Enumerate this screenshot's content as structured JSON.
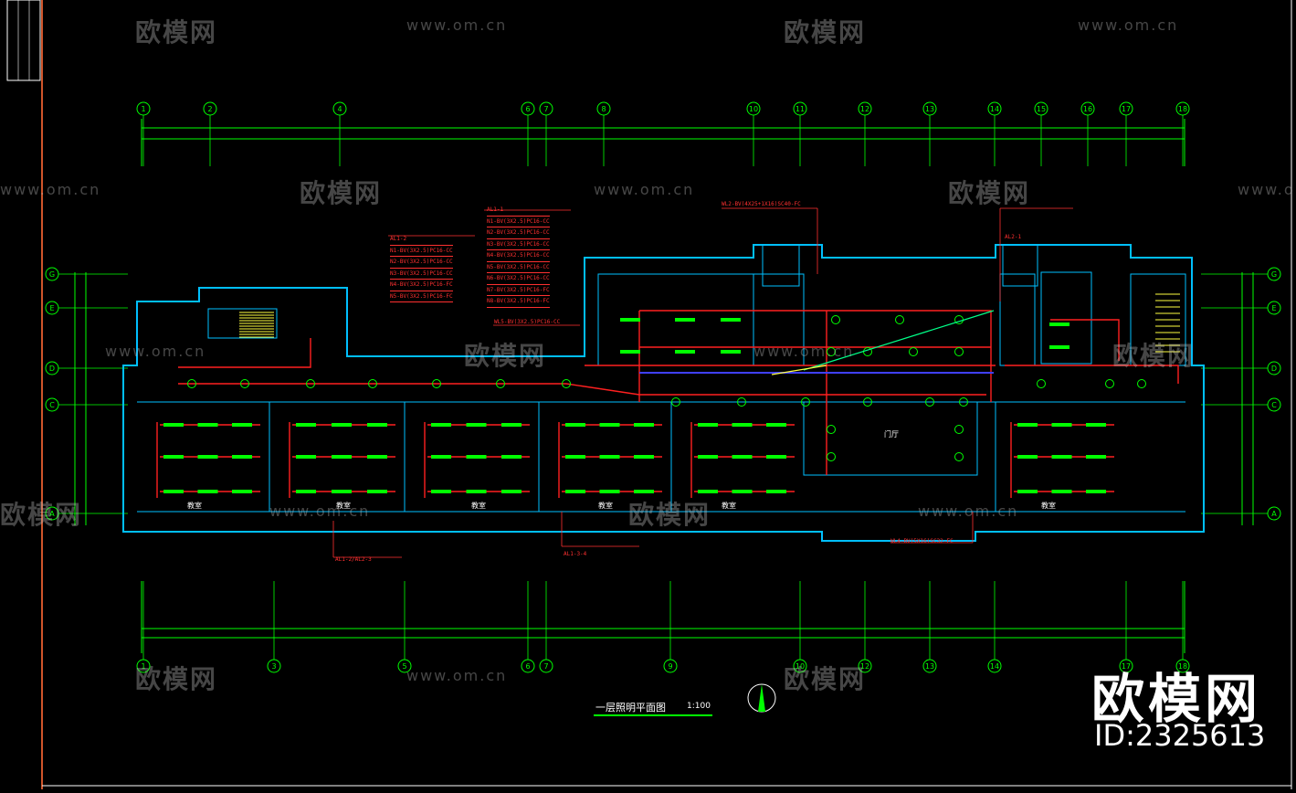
{
  "watermark": {
    "brand": "欧模网",
    "url": "www.om.cn"
  },
  "badge": {
    "logo": "欧模网",
    "id": "ID:2325613"
  },
  "plan": {
    "title": "一层照明平面图",
    "scale": "1:100"
  },
  "axes_top": [
    "1",
    "2",
    "4",
    "6",
    "7",
    "8",
    "10",
    "11",
    "12",
    "13",
    "14",
    "15",
    "16",
    "17",
    "18"
  ],
  "axes_bottom": [
    "1",
    "3",
    "5",
    "6",
    "7",
    "9",
    "10",
    "12",
    "13",
    "14",
    "17",
    "18"
  ],
  "axes_left": [
    "G",
    "E",
    "D",
    "C",
    "A"
  ],
  "axes_right": [
    "G",
    "E",
    "D",
    "C",
    "A"
  ],
  "room_labels": [
    "教室",
    "教室",
    "教室",
    "教室",
    "教室",
    "门厅",
    "教室"
  ],
  "notes": {
    "circuit_group_1": [
      "AL1-2",
      "N1-BV(3X2.5)PC16-CC",
      "N2-BV(3X2.5)PC16-CC",
      "N3-BV(3X2.5)PC16-CC",
      "N4-BV(3X2.5)PC16-FC",
      "N5-BV(3X2.5)PC16-FC"
    ],
    "circuit_group_2": [
      "AL1-1",
      "N1-BV(3X2.5)PC16-CC",
      "N2-BV(3X2.5)PC16-CC",
      "N3-BV(3X2.5)PC16-CC",
      "N4-BV(3X2.5)PC16-CC",
      "N5-BV(3X2.5)PC16-CC",
      "N6-BV(3X2.5)PC16-CC",
      "N7-BV(3X2.5)PC16-FC",
      "N8-BV(3X2.5)PC16-FC"
    ],
    "feed_1": "WL2-BV(4X25+1X16)SC40-FC",
    "feed_2": "WL5-BV(3X2.5)PC16-CC",
    "feed_3": "AL1-2/AL2-3",
    "feed_4": "AL2-1",
    "feed_5": "AL1-3-4",
    "feed_6": "WL4-BV(5X16)SC32-FC"
  },
  "colors": {
    "background": "#000000",
    "axis": "#00ff00",
    "wall": "#00bfff",
    "wiring": "#ff2020",
    "fixture": "#00ff00",
    "note": "#ff3030"
  }
}
